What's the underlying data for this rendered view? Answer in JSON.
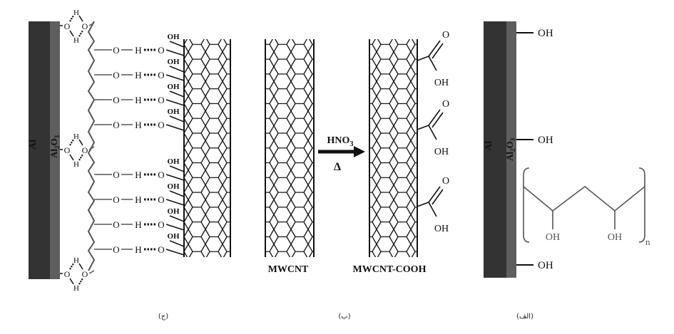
{
  "colors": {
    "metal": "#333333",
    "oxide": "#5e5e5e",
    "ink": "#111111",
    "link": "#555555"
  },
  "panel_labels": {
    "a": "(الف)",
    "b": "(ب)",
    "c": "(ج)"
  },
  "substrate": {
    "metal": "Al",
    "oxide_main": "Al",
    "oxide_sub": "2",
    "oxide_tail": "O",
    "oxide_sub2": "3"
  },
  "groups": {
    "oh": "OH",
    "o": "O",
    "h": "H",
    "n": "n"
  },
  "reaction": {
    "reagent_main": "HNO",
    "reagent_sub": "3",
    "heat": "Δ"
  },
  "tubes": {
    "pristine": "MWCNT",
    "functional": "MWCNT-COOH"
  }
}
